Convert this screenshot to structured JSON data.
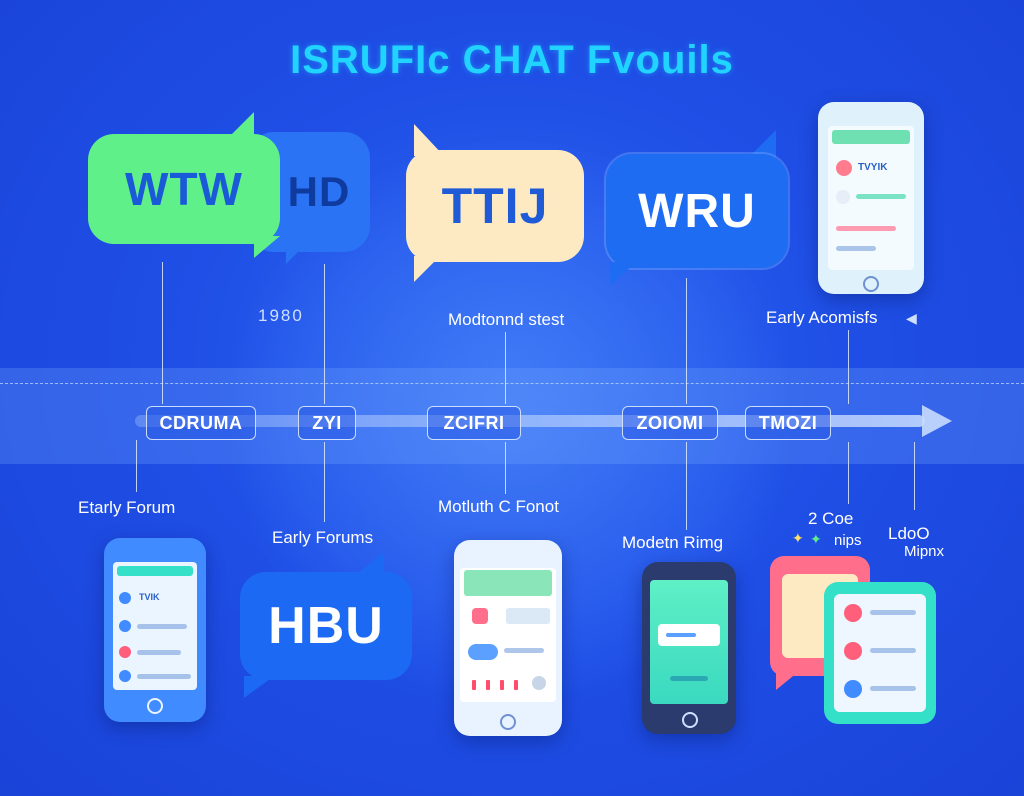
{
  "title": "ISRUFIc CHAT Fvouils",
  "bubbles": [
    {
      "text": "WTW",
      "color": "#5ff08a",
      "text_color": "#1a5ad8"
    },
    {
      "text": "HD",
      "color": "#2a73f5",
      "text_color": "#0f3a9e"
    },
    {
      "text": "TTIJ",
      "color": "#fde9c2",
      "text_color": "#1f5bd6"
    },
    {
      "text": "WRU",
      "color": "#1e6cf2",
      "text_color": "#ffffff"
    },
    {
      "text": "HBU",
      "color": "#1c6af3",
      "text_color": "#ffffff"
    }
  ],
  "timeline": {
    "labels": [
      "CDRUMA",
      "ZYI",
      "ZCIFRI",
      "ZOIOMI",
      "TMOZI"
    ],
    "top_captions": [
      "1980",
      "Modtonnd stest",
      "Early Acomisfs"
    ],
    "bottom_captions": [
      "Etarly Forum",
      "Early Forums",
      "Motluth C Fonot",
      "Modetn Rimg",
      "2 Coe",
      "nips",
      "LdoO",
      "Mipnx"
    ]
  },
  "phone_top": {
    "label": "TVYIK"
  },
  "phone_left": {
    "label": "TVIK"
  },
  "colors": {
    "background": "#1f4fe6",
    "accent_cyan": "#21d3ff",
    "mint": "#5ff08a",
    "cream": "#fde9c2",
    "pink": "#ff6e8a",
    "teal": "#34e0c8"
  }
}
